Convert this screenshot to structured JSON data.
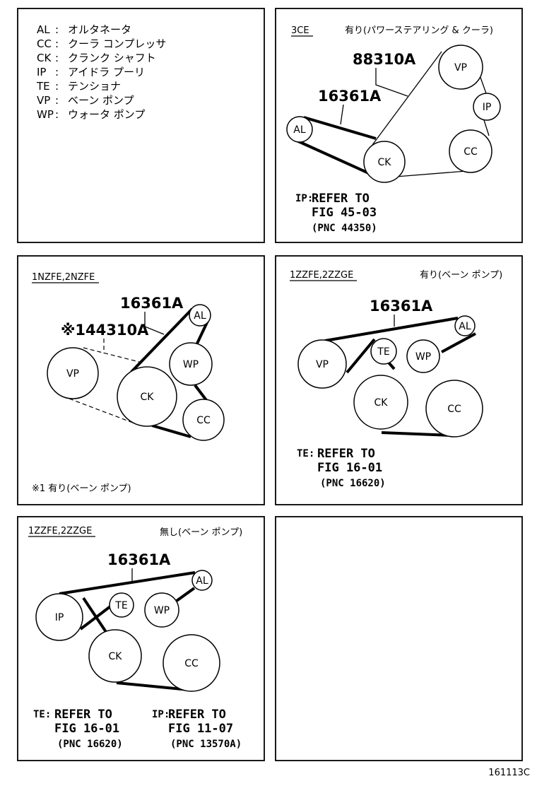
{
  "legend": [
    {
      "code": "AL",
      "name": "オルタネータ"
    },
    {
      "code": "CC",
      "name": "クーラ コンプレッサ"
    },
    {
      "code": "CK",
      "name": "クランク シャフト"
    },
    {
      "code": "IP",
      "name": "アイドラ プーリ"
    },
    {
      "code": "TE",
      "name": "テンショナ"
    },
    {
      "code": "VP",
      "name": "ベーン ポンプ"
    },
    {
      "code": "WP",
      "name": "ウォータ ポンプ"
    }
  ],
  "legend_sep": ":",
  "panel_3ce": {
    "engine": "3CE",
    "condition": "有り(パワーステアリング & クーラ)",
    "part_belt_a": "88310A",
    "part_belt_b": "16361A",
    "pulleys": {
      "al": "AL",
      "ck": "CK",
      "vp": "VP",
      "ip": "IP",
      "cc": "CC"
    },
    "ref_key": "IP:",
    "ref_line1": "REFER TO",
    "ref_line2": "FIG 45-03",
    "ref_line3": "(PNC 44350)"
  },
  "panel_1nzfe": {
    "engine": "1NZFE,2NZFE",
    "part_belt_a": "16361A",
    "part_belt_b": "※144310A",
    "pulleys": {
      "vp": "VP",
      "ck": "CK",
      "al": "AL",
      "wp": "WP",
      "cc": "CC"
    },
    "note": "※1 有り(ベーン ポンプ)"
  },
  "panel_1zzfe_with": {
    "engine": "1ZZFE,2ZZGE",
    "condition": "有り(ベーン ポンプ)",
    "part_belt": "16361A",
    "pulleys": {
      "vp": "VP",
      "te": "TE",
      "wp": "WP",
      "al": "AL",
      "ck": "CK",
      "cc": "CC"
    },
    "ref_key": "TE:",
    "ref_line1": "REFER TO",
    "ref_line2": "FIG 16-01",
    "ref_line3": "(PNC 16620)"
  },
  "panel_1zzfe_without": {
    "engine": "1ZZFE,2ZZGE",
    "condition": "無し(ベーン ポンプ)",
    "part_belt": "16361A",
    "pulleys": {
      "ip": "IP",
      "te": "TE",
      "wp": "WP",
      "al": "AL",
      "ck": "CK",
      "cc": "CC"
    },
    "ref1_key": "TE:",
    "ref1_line1": "REFER TO",
    "ref1_line2": "FIG 16-01",
    "ref1_line3": "(PNC 16620)",
    "ref2_key": "IP:",
    "ref2_line1": "REFER TO",
    "ref2_line2": "FIG 11-07",
    "ref2_line3": "(PNC 13570A)"
  },
  "figure_id": "161113C"
}
